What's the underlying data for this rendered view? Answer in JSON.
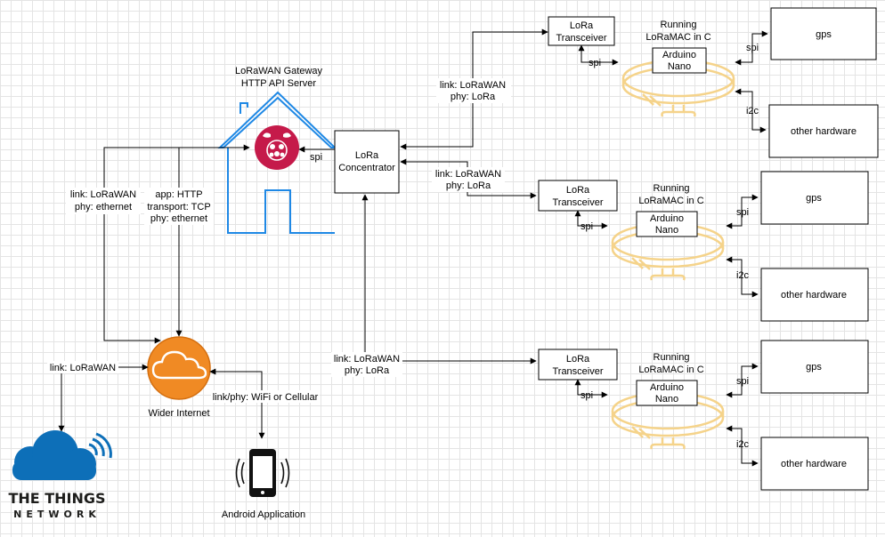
{
  "gateway": {
    "title_line1": "LoRaWAN Gateway",
    "title_line2": "HTTP API Server",
    "concentrator_line1": "LoRa",
    "concentrator_line2": "Concentrator",
    "spi_label": "spi"
  },
  "links": {
    "gateway_internet_left_1": "link: LoRaWAN",
    "gateway_internet_left_2": "phy: ethernet",
    "gateway_internet_right_1": "app: HTTP",
    "gateway_internet_right_2": "transport: TCP",
    "gateway_internet_right_3": "phy: ethernet",
    "ttn_link": "link: LoRaWAN",
    "android_link": "link/phy: WiFi or Cellular",
    "node1_link_1": "link: LoRaWAN",
    "node1_link_2": "phy: LoRa",
    "node2_link_1": "link: LoRaWAN",
    "node2_link_2": "phy: LoRa",
    "node3_link_1": "link: LoRaWAN",
    "node3_link_2": "phy: LoRa"
  },
  "internet": {
    "label": "Wider Internet"
  },
  "android": {
    "label": "Android Application"
  },
  "ttn": {
    "line1": "THE THINGS",
    "line2": "NETWORK"
  },
  "nodes": [
    {
      "transceiver_1": "LoRa",
      "transceiver_2": "Transceiver",
      "running_1": "Running",
      "running_2": "LoRaMAC in C",
      "mcu_1": "Arduino",
      "mcu_2": "Nano",
      "spi_transceiver": "spi",
      "spi_gps": "spi",
      "i2c": "i2c",
      "gps": "gps",
      "other": "other hardware"
    },
    {
      "transceiver_1": "LoRa",
      "transceiver_2": "Transceiver",
      "running_1": "Running",
      "running_2": "LoRaMAC in C",
      "mcu_1": "Arduino",
      "mcu_2": "Nano",
      "spi_transceiver": "spi",
      "spi_gps": "spi",
      "i2c": "i2c",
      "gps": "gps",
      "other": "other hardware"
    },
    {
      "transceiver_1": "LoRa",
      "transceiver_2": "Transceiver",
      "running_1": "Running",
      "running_2": "LoRaMAC in C",
      "mcu_1": "Arduino",
      "mcu_2": "Nano",
      "spi_transceiver": "spi",
      "spi_gps": "spi",
      "i2c": "i2c",
      "gps": "gps",
      "other": "other hardware"
    }
  ],
  "colors": {
    "house": "#1e88e5",
    "raspberry": "#c51a4a",
    "cloud_orange": "#f08a24",
    "collar": "#f5d38a",
    "ttn_blue": "#0d6fb8"
  },
  "icons": {
    "gateway": "house-icon",
    "raspberry": "raspberry-pi-icon",
    "internet": "cloud-icon",
    "android": "smartphone-icon",
    "node": "collar-icon",
    "ttn": "ttn-cloud-logo"
  }
}
